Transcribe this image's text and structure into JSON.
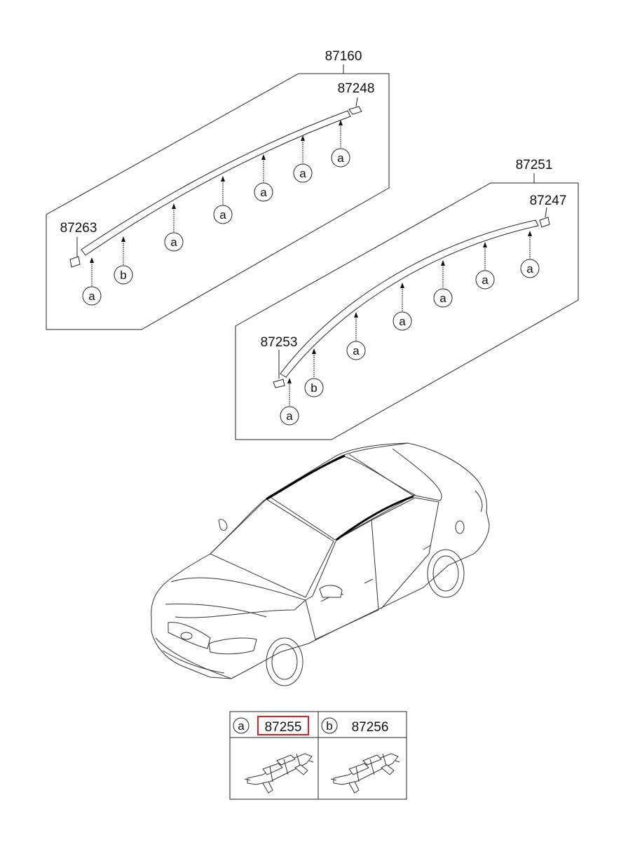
{
  "parts": {
    "front_rail": {
      "part_no": "87160",
      "end_cap": "87248",
      "start_cap": "87263"
    },
    "rear_rail": {
      "part_no": "87251",
      "end_cap": "87247",
      "start_cap": "87253"
    }
  },
  "callouts": {
    "a": "a",
    "b": "b"
  },
  "legend": {
    "a": {
      "letter": "a",
      "part_no": "87255",
      "highlight_color": "#e02020"
    },
    "b": {
      "letter": "b",
      "part_no": "87256"
    }
  }
}
